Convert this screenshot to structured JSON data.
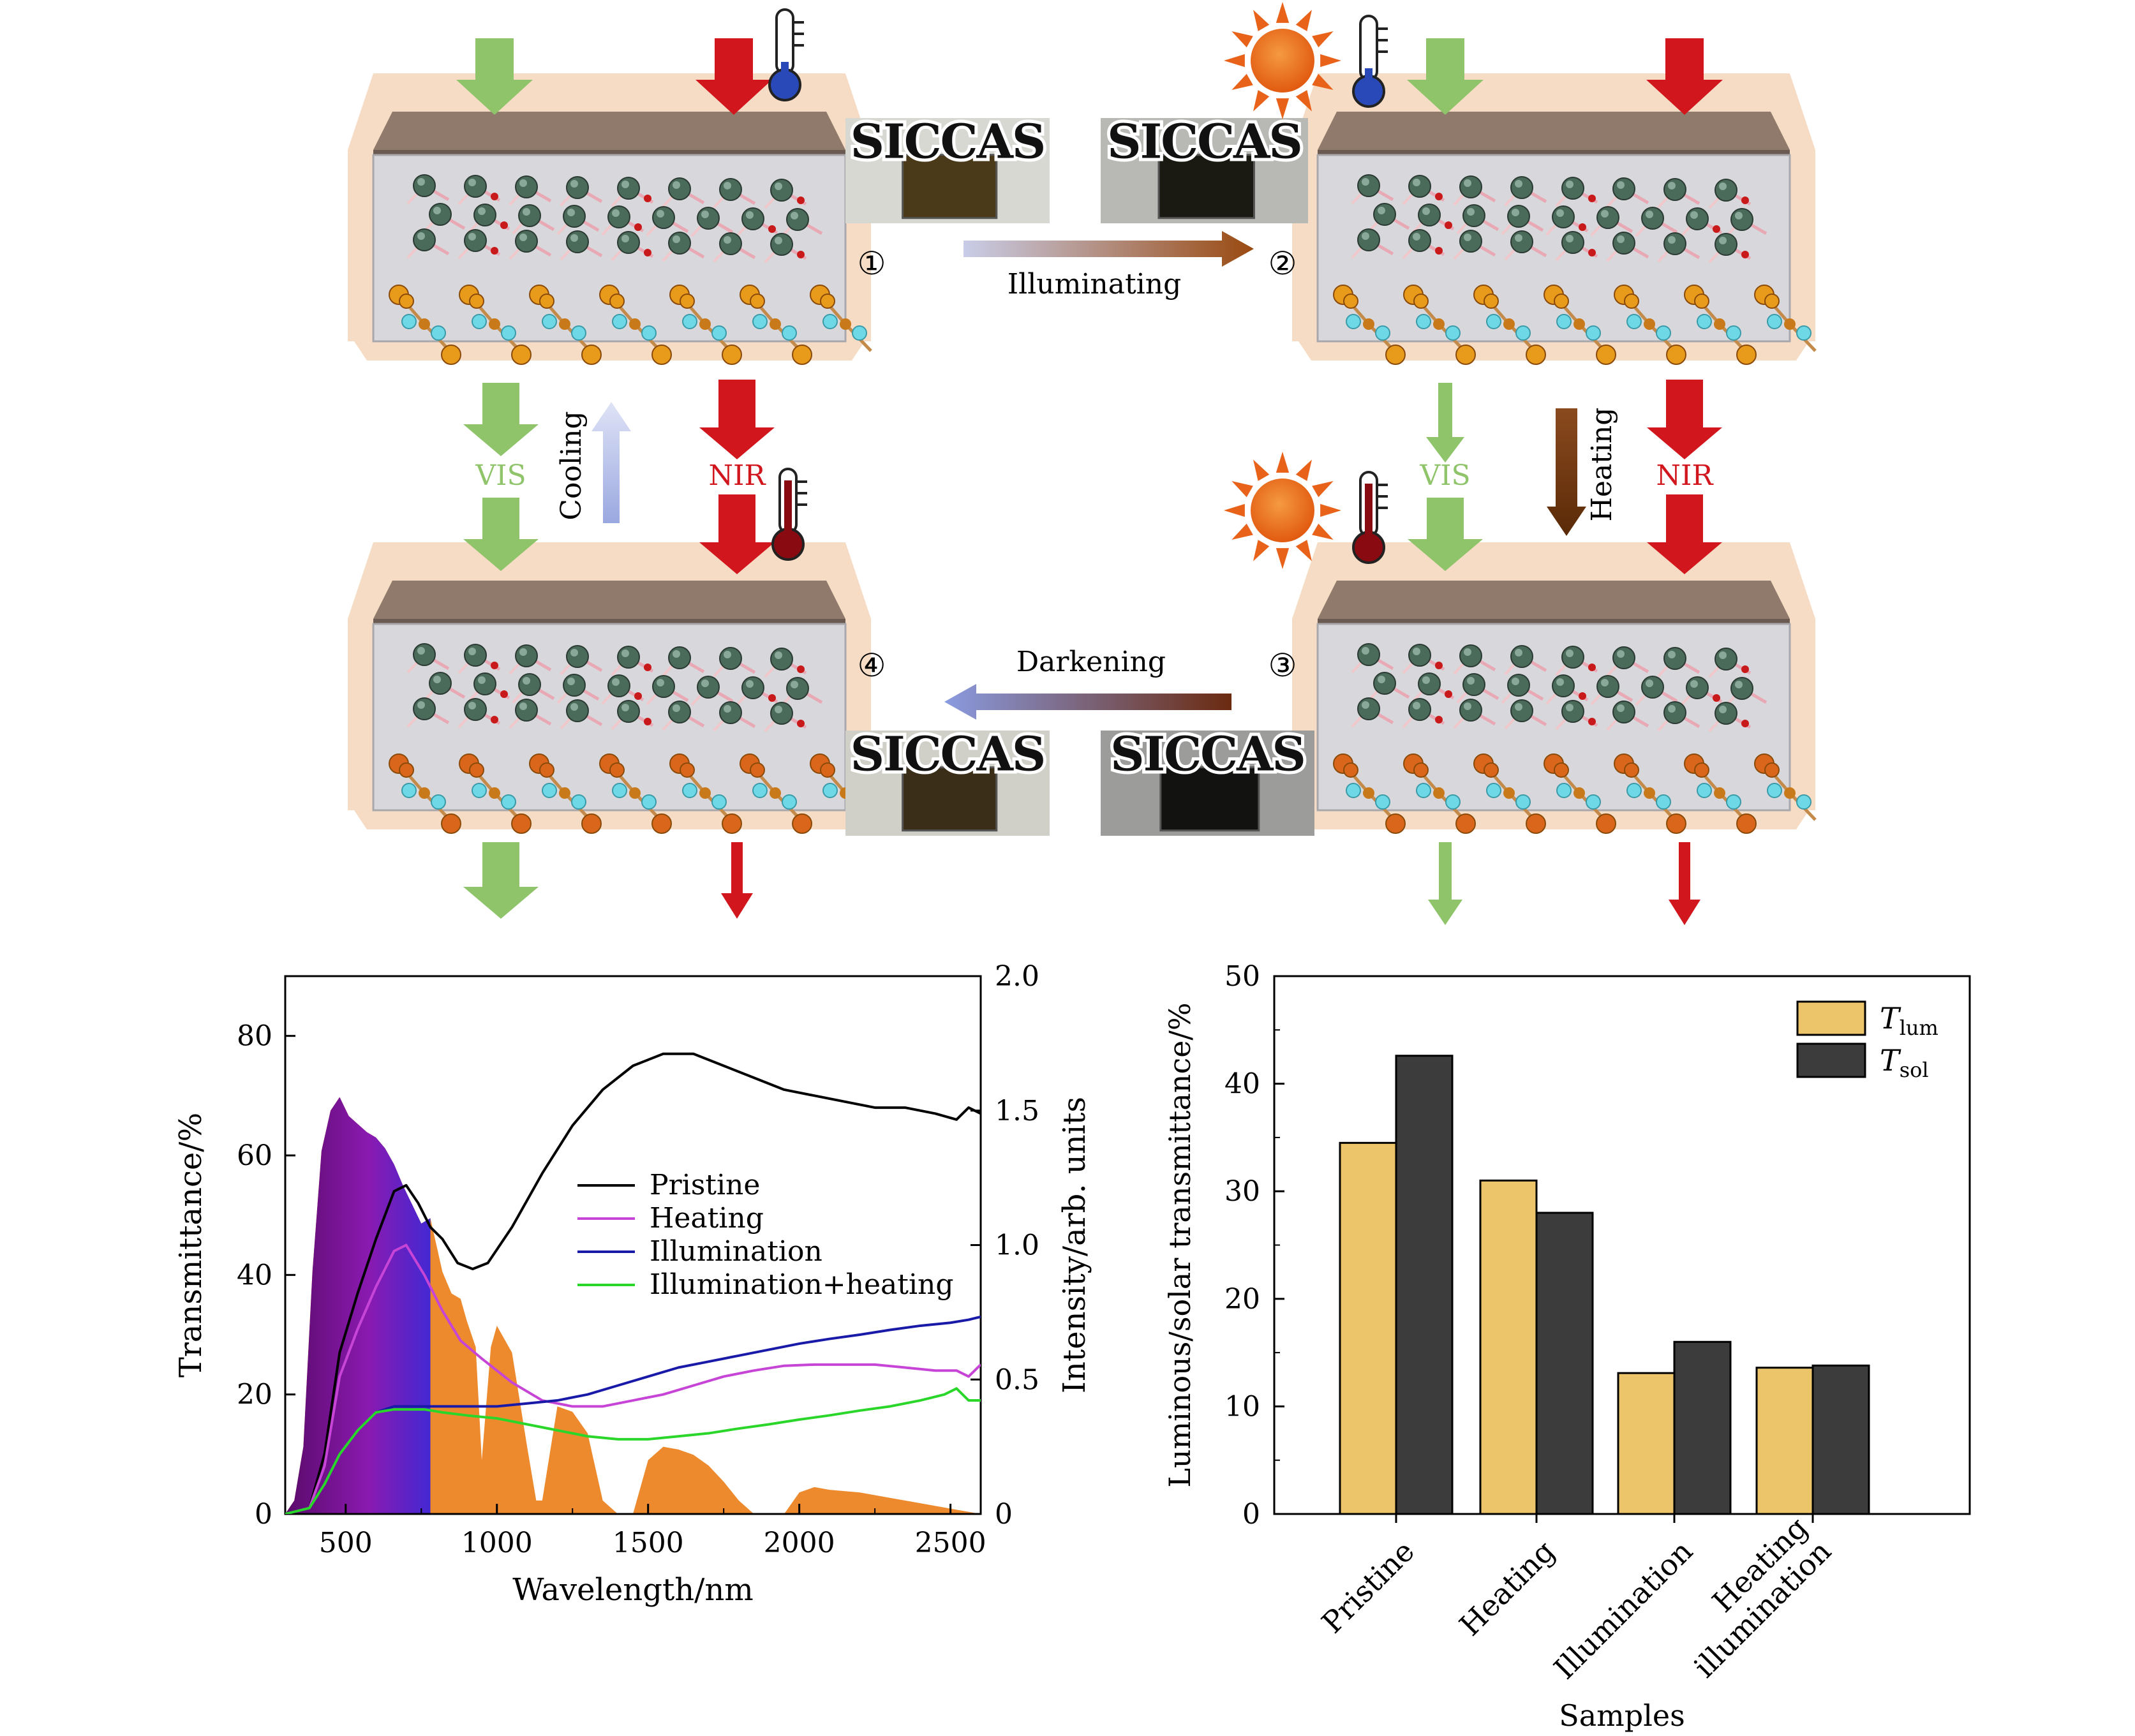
{
  "diagram": {
    "panels": [
      {
        "id": "1",
        "marker": "①",
        "photo_text": "SICCAS",
        "sun": false,
        "moon": true,
        "thermo": "cold"
      },
      {
        "id": "2",
        "marker": "②",
        "photo_text": "SICCAS",
        "sun": true,
        "moon": false,
        "thermo": "cold"
      },
      {
        "id": "3",
        "marker": "③",
        "photo_text": "SICCAS",
        "sun": true,
        "moon": false,
        "thermo": "hot"
      },
      {
        "id": "4",
        "marker": "④",
        "photo_text": "SICCAS",
        "sun": false,
        "moon": true,
        "thermo": "hot"
      }
    ],
    "transitions": {
      "illuminating": "Illuminating",
      "darkening": "Darkening",
      "cooling": "Cooling",
      "heating": "Heating"
    },
    "labels": {
      "vis_left": "VIS",
      "nir_left": "NIR",
      "vis_right": "VIS",
      "nir_right": "NIR"
    },
    "colors": {
      "vis": "#8fc46a",
      "nir": "#d2161e",
      "glass": "#d8d8dc",
      "frame": "#f6dcc4",
      "top_bar": "#8f7a6c",
      "se_orange": "#e89a1a",
      "se_dark_orange": "#d9661a",
      "cyan_atom": "#6fd8e6",
      "organic": "#4a6a5a"
    }
  },
  "chart_data": [
    {
      "type": "line",
      "xlabel": "Wavelength/nm",
      "ylabel": "Transmittance/%",
      "y2label": "Intensity/arb. units",
      "xlim": [
        300,
        2600
      ],
      "ylim": [
        0,
        90
      ],
      "y2lim": [
        0,
        2.0
      ],
      "xticks": [
        "500",
        "1000",
        "1500",
        "2000",
        "2500"
      ],
      "yticks": [
        "0",
        "20",
        "40",
        "60",
        "80"
      ],
      "y2ticks": [
        "0",
        "0.5",
        "1.0",
        "1.5",
        "2.0"
      ],
      "legend_position": "middle-right",
      "series": [
        {
          "name": "Pristine",
          "color": "#000000",
          "x": [
            300,
            380,
            430,
            480,
            540,
            600,
            660,
            700,
            740,
            780,
            820,
            870,
            920,
            970,
            1050,
            1150,
            1250,
            1350,
            1450,
            1550,
            1650,
            1750,
            1850,
            1950,
            2050,
            2150,
            2250,
            2350,
            2450,
            2520,
            2560,
            2600
          ],
          "y": [
            0,
            1,
            10,
            27,
            37,
            46,
            54,
            55,
            52,
            48,
            46,
            42,
            41,
            42,
            48,
            57,
            65,
            71,
            75,
            77,
            77,
            75,
            73,
            71,
            70,
            69,
            68,
            68,
            67,
            66,
            68,
            67
          ]
        },
        {
          "name": "Heating",
          "color": "#c645d6",
          "x": [
            300,
            380,
            430,
            480,
            540,
            600,
            660,
            700,
            760,
            820,
            880,
            950,
            1050,
            1150,
            1250,
            1350,
            1450,
            1550,
            1650,
            1750,
            1850,
            1950,
            2050,
            2150,
            2250,
            2350,
            2450,
            2520,
            2560,
            2600
          ],
          "y": [
            0,
            1,
            8,
            23,
            31,
            38,
            44,
            45,
            40,
            34,
            29,
            26,
            22,
            19,
            18,
            18,
            19,
            20,
            21.5,
            23,
            24,
            24.8,
            25,
            25,
            25,
            24.5,
            24,
            24,
            23,
            25
          ]
        },
        {
          "name": "Illumination",
          "color": "#1a1aa8",
          "x": [
            300,
            380,
            430,
            480,
            540,
            600,
            660,
            700,
            760,
            820,
            900,
            1000,
            1100,
            1200,
            1300,
            1400,
            1500,
            1600,
            1700,
            1800,
            1900,
            2000,
            2100,
            2200,
            2300,
            2400,
            2500,
            2560,
            2600
          ],
          "y": [
            0,
            1,
            5,
            10,
            14,
            17,
            18,
            18,
            18,
            18,
            18,
            18,
            18.5,
            19,
            20,
            21.5,
            23,
            24.5,
            25.5,
            26.5,
            27.5,
            28.5,
            29.3,
            30,
            30.8,
            31.5,
            32,
            32.5,
            33
          ]
        },
        {
          "name": "Illumination+heating",
          "color": "#2bd62b",
          "x": [
            300,
            380,
            430,
            480,
            540,
            600,
            660,
            700,
            760,
            820,
            900,
            1000,
            1100,
            1200,
            1300,
            1400,
            1500,
            1600,
            1700,
            1800,
            1900,
            2000,
            2100,
            2200,
            2300,
            2400,
            2480,
            2520,
            2560,
            2600
          ],
          "y": [
            0,
            1,
            5,
            10,
            14,
            17,
            17.5,
            17.5,
            17.5,
            17,
            16.5,
            16,
            15,
            14,
            13,
            12.5,
            12.5,
            13,
            13.5,
            14.3,
            15,
            15.8,
            16.5,
            17.3,
            18,
            19,
            20,
            21,
            19,
            19
          ]
        }
      ],
      "solar_spectrum": {
        "unit": "Intensity/arb. units",
        "x": [
          300,
          330,
          360,
          390,
          420,
          450,
          480,
          510,
          540,
          570,
          600,
          630,
          660,
          690,
          720,
          750,
          780,
          800,
          820,
          850,
          880,
          900,
          930,
          950,
          980,
          1000,
          1050,
          1100,
          1130,
          1150,
          1200,
          1250,
          1300,
          1350,
          1400,
          1450,
          1500,
          1550,
          1600,
          1650,
          1700,
          1750,
          1800,
          1850,
          1950,
          2000,
          2050,
          2100,
          2200,
          2300,
          2400,
          2500,
          2600
        ],
        "y": [
          0,
          0.05,
          0.25,
          0.9,
          1.35,
          1.5,
          1.55,
          1.48,
          1.45,
          1.42,
          1.4,
          1.36,
          1.3,
          1.22,
          1.15,
          1.08,
          1.1,
          1.0,
          0.9,
          0.82,
          0.8,
          0.72,
          0.62,
          0.2,
          0.62,
          0.7,
          0.6,
          0.25,
          0.05,
          0.05,
          0.4,
          0.38,
          0.3,
          0.05,
          0,
          0,
          0.2,
          0.25,
          0.24,
          0.22,
          0.18,
          0.12,
          0.05,
          0,
          0,
          0.08,
          0.1,
          0.09,
          0.08,
          0.06,
          0.04,
          0.02,
          0
        ]
      }
    },
    {
      "type": "bar",
      "xlabel": "Samples",
      "ylabel": "Luminous/solar transmittance/%",
      "ylim": [
        0,
        50
      ],
      "yticks": [
        "0",
        "10",
        "20",
        "30",
        "40",
        "50"
      ],
      "categories": [
        "Pristine",
        "Heating",
        "Illumination",
        "Heating illumination"
      ],
      "category_lines": [
        [
          "Pristine"
        ],
        [
          "Heating"
        ],
        [
          "Illumination"
        ],
        [
          "Heating",
          "illumination"
        ]
      ],
      "legend_position": "top-right",
      "series": [
        {
          "name": "T",
          "subscript": "lum",
          "color": "#ecc46a",
          "values": [
            34.5,
            31.0,
            13.1,
            13.6
          ]
        },
        {
          "name": "T",
          "subscript": "sol",
          "color": "#3c3c3c",
          "values": [
            42.6,
            28.0,
            16.0,
            13.8
          ]
        }
      ]
    }
  ]
}
